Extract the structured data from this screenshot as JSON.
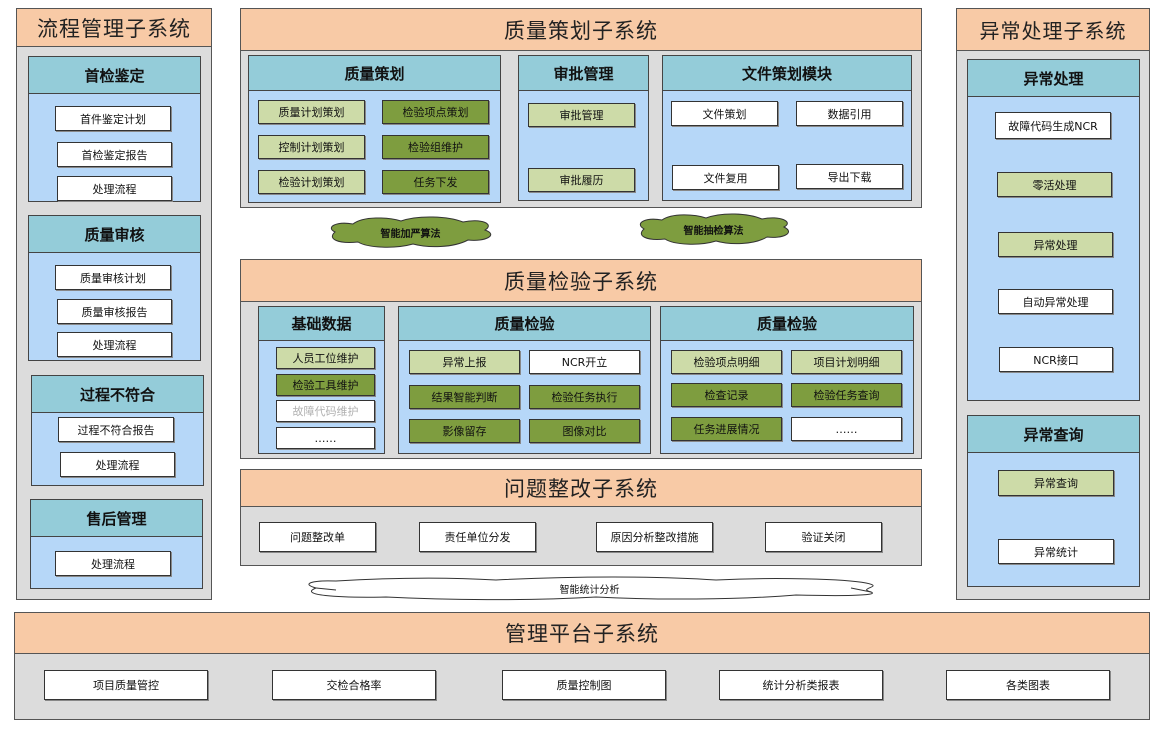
{
  "process_mgmt": {
    "title": "流程管理子系统",
    "modules": [
      {
        "title": "首检鉴定",
        "items": [
          "首件鉴定计划",
          "首检鉴定报告",
          "处理流程"
        ]
      },
      {
        "title": "质量审核",
        "items": [
          "质量审核计划",
          "质量审核报告",
          "处理流程"
        ]
      },
      {
        "title": "过程不符合",
        "items": [
          "过程不符合报告",
          "处理流程"
        ]
      },
      {
        "title": "售后管理",
        "items": [
          "处理流程"
        ]
      }
    ]
  },
  "quality_planning": {
    "title": "质量策划子系统",
    "modules": [
      {
        "title": "质量策划",
        "items": [
          "质量计划策划",
          "检验项点策划",
          "控制计划策划",
          "检验组维护",
          "检验计划策划",
          "任务下发"
        ]
      },
      {
        "title": "审批管理",
        "items": [
          "审批管理",
          "审批履历"
        ]
      },
      {
        "title": "文件策划模块",
        "items": [
          "文件策划",
          "数据引用",
          "文件复用",
          "导出下载"
        ]
      }
    ]
  },
  "algorithms": {
    "tightening": "智能加严算法",
    "sampling": "智能抽检算法",
    "statistics": "智能统计分析"
  },
  "quality_inspection": {
    "title": "质量检验子系统",
    "modules": [
      {
        "title": "基础数据",
        "items": [
          "人员工位维护",
          "检验工具维护",
          "故障代码维护",
          "……"
        ]
      },
      {
        "title": "质量检验",
        "items": [
          "异常上报",
          "NCR开立",
          "结果智能判断",
          "检验任务执行",
          "影像留存",
          "图像对比"
        ]
      },
      {
        "title": "质量检验",
        "items": [
          "检验项点明细",
          "项目计划明细",
          "检查记录",
          "检验任务查询",
          "任务进展情况",
          "……"
        ]
      }
    ]
  },
  "rectification": {
    "title": "问题整改子系统",
    "items": [
      "问题整改单",
      "责任单位分发",
      "原因分析整改措施",
      "验证关闭"
    ]
  },
  "exception": {
    "title": "异常处理子系统",
    "modules": [
      {
        "title": "异常处理",
        "items": [
          "故障代码生成NCR",
          "零活处理",
          "异常处理",
          "自动异常处理",
          "NCR接口"
        ]
      },
      {
        "title": "异常查询",
        "items": [
          "异常查询",
          "异常统计"
        ]
      }
    ]
  },
  "platform": {
    "title": "管理平台子系统",
    "items": [
      "项目质量管控",
      "交检合格率",
      "质量控制图",
      "统计分析类报表",
      "各类图表"
    ]
  },
  "colors": {
    "subsystem_header": "#f8caa6",
    "subsystem_body": "#dcdcdc",
    "module_header": "#94ccd9",
    "module_body": "#b6d7f8",
    "item_white": "#ffffff",
    "item_light_green": "#cddba8",
    "item_dark_green": "#7e9d3f"
  }
}
